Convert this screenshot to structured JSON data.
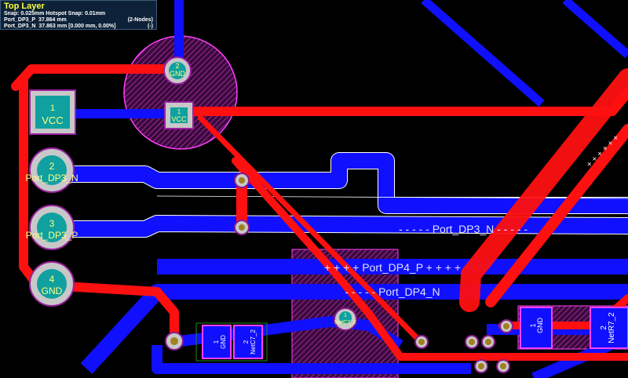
{
  "hud": {
    "layer": "Top Layer",
    "snap": "Snap: 0.025mm Hotspot Snap: 0.01mm",
    "line1": {
      "net": "Port_DP3_P",
      "length": "37.864 mm",
      "info": "(2-Nodes)"
    },
    "line2": {
      "net": "Port_DP3_N",
      "length": "37.863 mm [0.000 mm, 0.00%]",
      "info": "(-)"
    }
  },
  "pads": {
    "vcc_big": {
      "num": "1",
      "net": "VCC"
    },
    "gnd_top": {
      "num": "2",
      "net": "GND"
    },
    "vcc_small": {
      "num": "1",
      "net": "VCC"
    },
    "dp3n": {
      "num": "2",
      "net": "Port_DP3_N"
    },
    "dp3p": {
      "num": "3",
      "net": "Port_DP3_P"
    },
    "gnd4": {
      "num": "4",
      "net": "GND"
    },
    "c7_1": {
      "num": "1",
      "net": "GND"
    },
    "c7_2": {
      "num": "2",
      "net": "NetC7_2"
    },
    "via_c7": {
      "num": "1",
      "net": "NetC7_2"
    },
    "r7_1": {
      "num": "1",
      "net": "GND"
    },
    "r7_2": {
      "num": "2",
      "net": "NetR7_2"
    }
  },
  "net_labels": {
    "dp3n": "- - - - -  Port_DP3_N  - - - - -",
    "dp4p": "+ + + +  Port_DP4_P  + + + +",
    "dp4n": "- - - - -  Port_DP4_N",
    "plus_diag": "+ + + + + +"
  },
  "colors": {
    "top_layer": "#ff0000",
    "bottom_layer": "#0000ff",
    "pad": "#c0c0c0",
    "overlay": "#ff00ff",
    "pad_label": "#ffff80"
  }
}
